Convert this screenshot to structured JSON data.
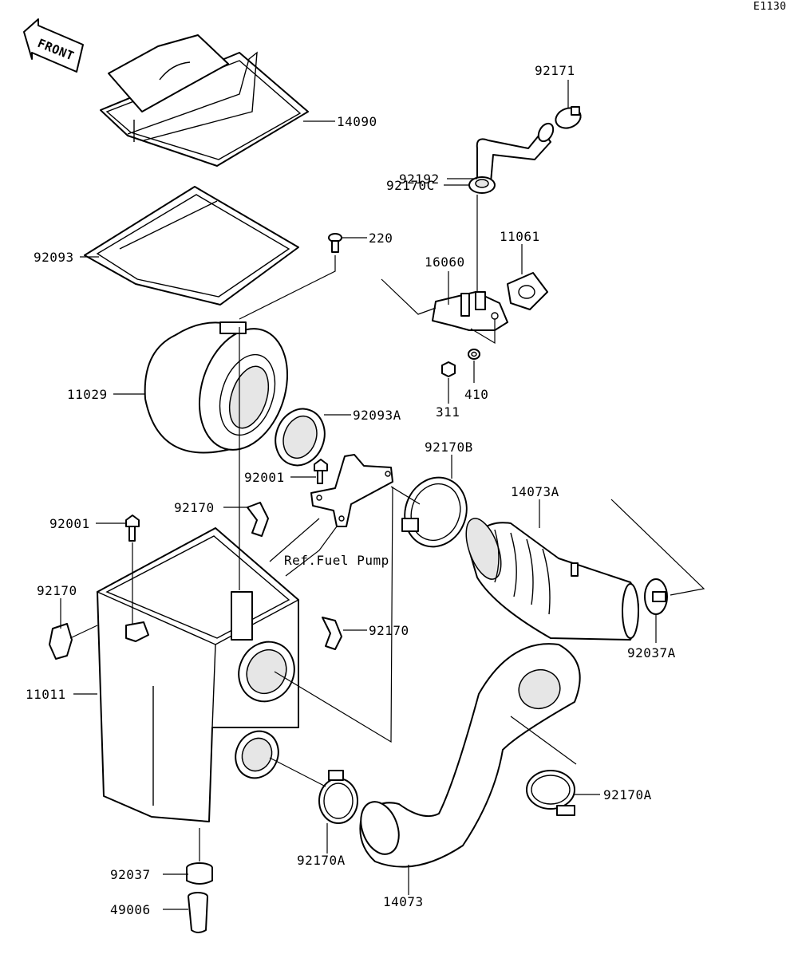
{
  "diagram_code": "E1130",
  "front_label": "FRONT",
  "ref_note": "Ref.Fuel Pump",
  "labels": {
    "p14090": "14090",
    "p92093": "92093",
    "p220": "220",
    "p11029": "11029",
    "p92093A": "92093A",
    "p92001a": "92001",
    "p92001b": "92001",
    "p92170a": "92170",
    "p92170b": "92170",
    "p92170c": "92170",
    "p11011": "11011",
    "p92037": "92037",
    "p49006": "49006",
    "p92170A_left": "92170A",
    "p14073": "14073",
    "p92170A_right": "92170A",
    "p14073A": "14073A",
    "p92037A": "92037A",
    "p92170B": "92170B",
    "p92171": "92171",
    "p92192": "92192",
    "p92170C": "92170C",
    "p16060": "16060",
    "p11061": "11061",
    "p311": "311",
    "p410": "410"
  }
}
